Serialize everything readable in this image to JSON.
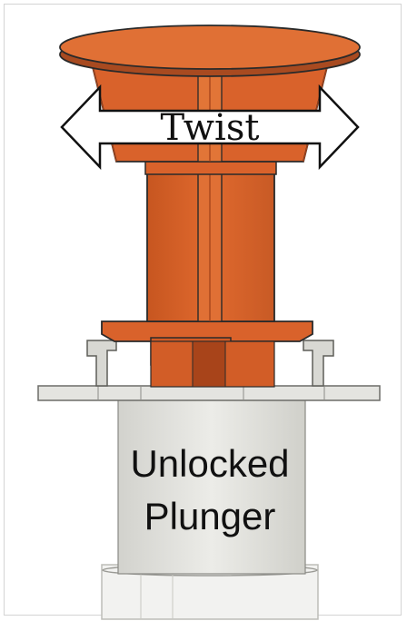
{
  "arrow_label": "Twist",
  "plunger_label_line1": "Unlocked",
  "plunger_label_line2": "Plunger",
  "colors": {
    "orange": "#d9622b",
    "orange_dark": "#a8441a",
    "orange_light": "#e8844e",
    "gray_light": "#e6e6e2",
    "gray_mid": "#c8c8c2",
    "outline": "#2a2a2a"
  }
}
